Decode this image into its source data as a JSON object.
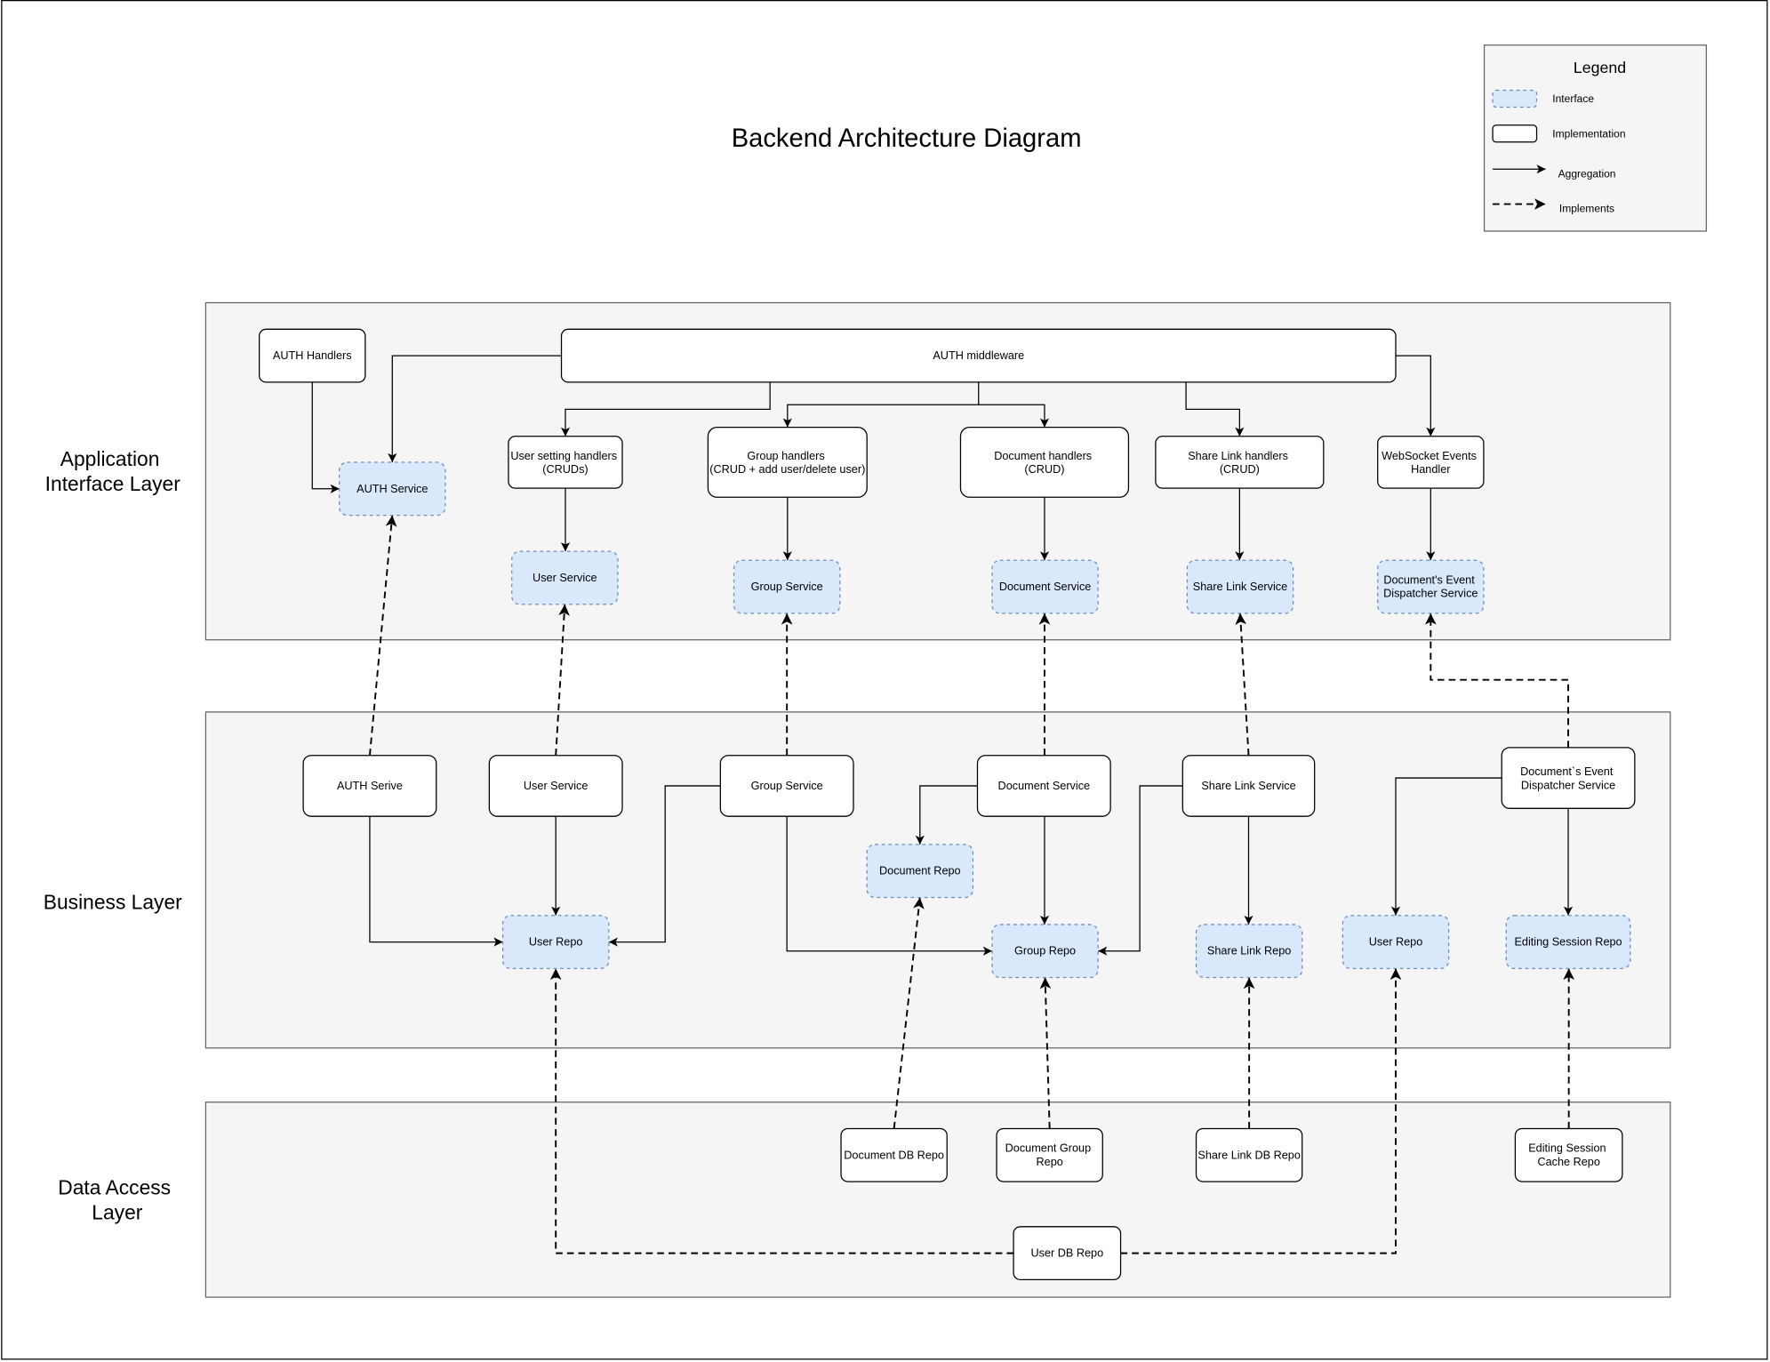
{
  "title": "Backend Architecture Diagram",
  "legend": {
    "title": "Legend",
    "items": [
      {
        "label": "Interface"
      },
      {
        "label": "Implementation"
      },
      {
        "label": "Aggregation"
      },
      {
        "label": "Implements"
      }
    ]
  },
  "layers": {
    "application_interface": {
      "lines": [
        "Application",
        "Interface Layer"
      ]
    },
    "business": {
      "lines": [
        "Business Layer"
      ]
    },
    "data_access": {
      "lines": [
        "Data Access",
        "Layer"
      ]
    }
  },
  "nodes": {
    "application_interface": {
      "auth_handlers": {
        "lines": [
          "AUTH Handlers"
        ]
      },
      "auth_middleware": {
        "lines": [
          "AUTH middleware"
        ]
      },
      "auth_service": {
        "lines": [
          "AUTH Service"
        ]
      },
      "user_setting_handlers": {
        "lines": [
          "User setting handlers",
          "(CRUDs)"
        ]
      },
      "group_handlers": {
        "lines": [
          "Group handlers",
          "(CRUD + add user/delete user)"
        ]
      },
      "document_handlers": {
        "lines": [
          "Document handlers",
          "(CRUD)"
        ]
      },
      "share_link_handlers": {
        "lines": [
          "Share Link handlers",
          "(CRUD)"
        ]
      },
      "websocket_events_handler": {
        "lines": [
          "WebSocket Events",
          "Handler"
        ]
      },
      "user_service": {
        "lines": [
          "User Service"
        ]
      },
      "group_service": {
        "lines": [
          "Group Service"
        ]
      },
      "document_service": {
        "lines": [
          "Document Service"
        ]
      },
      "share_link_service": {
        "lines": [
          "Share Link Service"
        ]
      },
      "document_event_dispatcher_service": {
        "lines": [
          "Document's Event",
          "Dispatcher Service"
        ]
      }
    },
    "business": {
      "auth_service": {
        "lines": [
          "AUTH Serive"
        ]
      },
      "user_service": {
        "lines": [
          "User Service"
        ]
      },
      "group_service": {
        "lines": [
          "Group Service"
        ]
      },
      "document_service": {
        "lines": [
          "Document Service"
        ]
      },
      "share_link_service": {
        "lines": [
          "Share Link Service"
        ]
      },
      "document_event_dispatcher_service": {
        "lines": [
          "Document`s Event",
          "Dispatcher Service"
        ]
      },
      "document_repo": {
        "lines": [
          "Document Repo"
        ]
      },
      "user_repo": {
        "lines": [
          "User Repo"
        ]
      },
      "group_repo": {
        "lines": [
          "Group Repo"
        ]
      },
      "share_link_repo": {
        "lines": [
          "Share Link Repo"
        ]
      },
      "user_repo_2": {
        "lines": [
          "User Repo"
        ]
      },
      "editing_session_repo": {
        "lines": [
          "Editing Session Repo"
        ]
      }
    },
    "data_access": {
      "document_db_repo": {
        "lines": [
          "Document DB Repo"
        ]
      },
      "document_group_repo": {
        "lines": [
          "Document Group",
          "Repo"
        ]
      },
      "share_link_db_repo": {
        "lines": [
          "Share Link DB Repo"
        ]
      },
      "editing_session_cache_repo": {
        "lines": [
          "Editing Session",
          "Cache Repo"
        ]
      },
      "user_db_repo": {
        "lines": [
          "User DB Repo"
        ]
      }
    }
  },
  "colors": {
    "background": "#ffffff",
    "interface_fill": "#dae8fc",
    "interface_stroke": "#6c8ebf",
    "implementation_fill": "#ffffff",
    "implementation_stroke": "#000000",
    "layer_fill": "#f5f5f5",
    "layer_stroke": "#666666",
    "legend_fill": "#f5f5f5",
    "edge": "#000000"
  }
}
